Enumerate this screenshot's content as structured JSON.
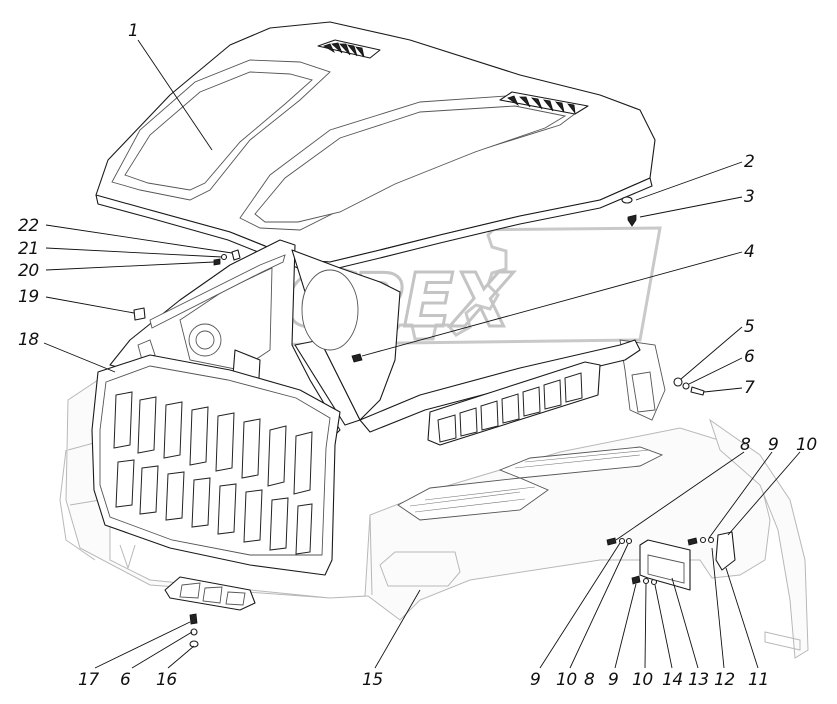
{
  "watermark": {
    "text": "ЮРЕХ"
  },
  "callouts": [
    {
      "id": "c1",
      "label": "1"
    },
    {
      "id": "c2",
      "label": "2"
    },
    {
      "id": "c3",
      "label": "3"
    },
    {
      "id": "c4",
      "label": "4"
    },
    {
      "id": "c5",
      "label": "5"
    },
    {
      "id": "c6a",
      "label": "6"
    },
    {
      "id": "c7",
      "label": "7"
    },
    {
      "id": "c8a",
      "label": "8"
    },
    {
      "id": "c9a",
      "label": "9"
    },
    {
      "id": "c10a",
      "label": "10"
    },
    {
      "id": "c18",
      "label": "18"
    },
    {
      "id": "c19",
      "label": "19"
    },
    {
      "id": "c20",
      "label": "20"
    },
    {
      "id": "c21",
      "label": "21"
    },
    {
      "id": "c22",
      "label": "22"
    },
    {
      "id": "b17",
      "label": "17"
    },
    {
      "id": "b6",
      "label": "6"
    },
    {
      "id": "b16",
      "label": "16"
    },
    {
      "id": "b15",
      "label": "15"
    },
    {
      "id": "b9a",
      "label": "9"
    },
    {
      "id": "b10a",
      "label": "10"
    },
    {
      "id": "b8",
      "label": "8"
    },
    {
      "id": "b9b",
      "label": "9"
    },
    {
      "id": "b10b",
      "label": "10"
    },
    {
      "id": "b14",
      "label": "14"
    },
    {
      "id": "b13",
      "label": "13"
    },
    {
      "id": "b12",
      "label": "12"
    },
    {
      "id": "b11",
      "label": "11"
    }
  ]
}
